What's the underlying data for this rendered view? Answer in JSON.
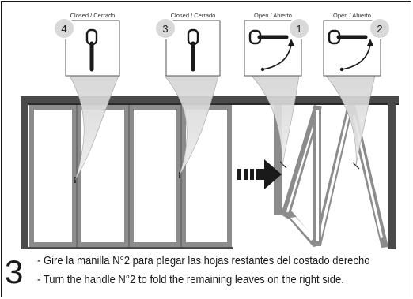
{
  "handles": [
    {
      "number": "4",
      "label": "Closed / Cerrado",
      "state": "closed"
    },
    {
      "number": "3",
      "label": "Closed / Cerrado",
      "state": "closed"
    },
    {
      "number": "1",
      "label": "Open / Abierto",
      "state": "open"
    },
    {
      "number": "2",
      "label": "Open / Abierto",
      "state": "open"
    }
  ],
  "instruction": {
    "step": "3",
    "line_es": "- Gire la manilla N°2 para plegar las hojas restantes del costado derecho",
    "line_en": "- Turn the handle N°2 to fold the remaining leaves on the right side."
  },
  "colors": {
    "frame_dark": "#4a4a4a",
    "frame_mid": "#8c8c8c",
    "glass": "#ffffff",
    "callout": "#c8c8c8",
    "badge": "#d9d9d9",
    "ink": "#1a1a1a"
  }
}
